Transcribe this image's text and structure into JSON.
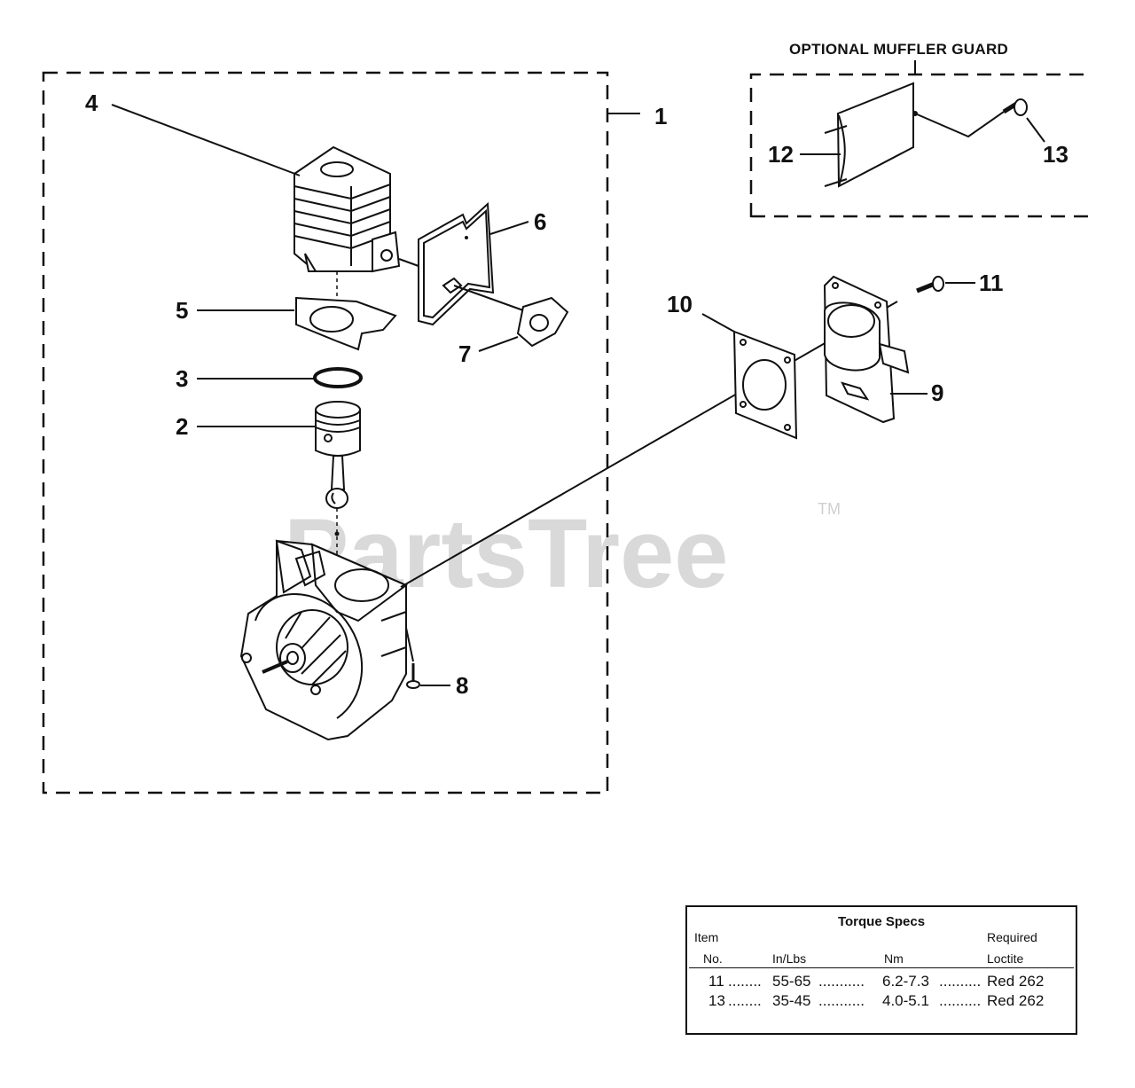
{
  "callouts": {
    "c1": "1",
    "c2": "2",
    "c3": "3",
    "c4": "4",
    "c5": "5",
    "c6": "6",
    "c7": "7",
    "c8": "8",
    "c9": "9",
    "c10": "10",
    "c11": "11",
    "c12": "12",
    "c13": "13"
  },
  "guard_title": "OPTIONAL MUFFLER GUARD",
  "watermark": {
    "text": "PartsTree",
    "tm": "TM"
  },
  "torque_table": {
    "title": "Torque Specs",
    "headers": {
      "item_top": "Item",
      "item_bottom": "No.",
      "inlbs": "In/Lbs",
      "nm": "Nm",
      "req_top": "Required",
      "req_bottom": "Loctite"
    },
    "rows": [
      {
        "item": "11",
        "lead1": "........",
        "inlbs": "55-65",
        "lead2": "...........",
        "nm": "6.2-7.3",
        "lead3": "..........",
        "loctite": "Red 262"
      },
      {
        "item": "13",
        "lead1": "........",
        "inlbs": "35-45",
        "lead2": "...........",
        "nm": "4.0-5.1",
        "lead3": "..........",
        "loctite": "Red 262"
      }
    ]
  }
}
